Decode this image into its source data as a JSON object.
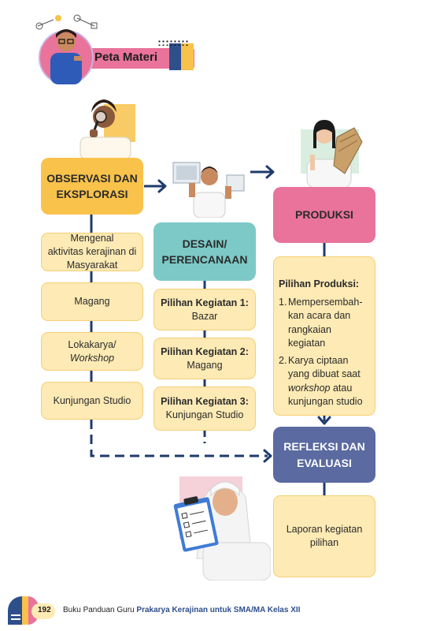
{
  "header": {
    "title": "Peta Materi"
  },
  "observasi": {
    "title_line1": "OBSERVASI DAN",
    "title_line2": "EKSPLORASI",
    "items": [
      {
        "l1": "Mengenal",
        "l2": "aktivitas kerajinan di",
        "l3": "Masyarakat"
      },
      {
        "text": "Magang"
      },
      {
        "text_main": "Lokakarya/ ",
        "text_italic": "Workshop"
      },
      {
        "text": "Kunjungan Studio"
      }
    ]
  },
  "desain": {
    "title_line1": "DESAIN/",
    "title_line2": "PERENCANAAN",
    "items": [
      {
        "label": "Pilihan Kegiatan 1:",
        "value": "Bazar"
      },
      {
        "label": "Pilihan Kegiatan 2:",
        "value": "Magang"
      },
      {
        "label": "Pilihan Kegiatan 3:",
        "value": "Kunjungan Studio"
      }
    ]
  },
  "produksi": {
    "title": "PRODUKSI",
    "heading": "Pilihan Produksi:",
    "item1": {
      "num": "1.",
      "l1": "Mempersembah-",
      "l2": "kan acara dan",
      "l3": "rangkaian kegiatan"
    },
    "item2": {
      "num": "2.",
      "l1": "Karya ciptaan",
      "l2": "yang dibuat saat",
      "l3_italic": "workshop",
      "l3_rest": " atau",
      "l4": "kunjungan studio"
    }
  },
  "refleksi": {
    "title_line1": "REFLEKSI DAN",
    "title_line2": "EVALUASI",
    "item_l1": "Laporan kegiatan",
    "item_l2": "pilihan"
  },
  "footer": {
    "page_number": "192",
    "text_plain": "Buku Panduan Guru ",
    "text_bold": "Prakarya Kerajinan untuk SMA/MA Kelas XII"
  },
  "colors": {
    "yellow": "#f8c24b",
    "teal": "#7cc9c7",
    "pink": "#e9739a",
    "slate": "#5b6aa0",
    "pale": "#fdeab4",
    "navy": "#1f3b6b"
  }
}
